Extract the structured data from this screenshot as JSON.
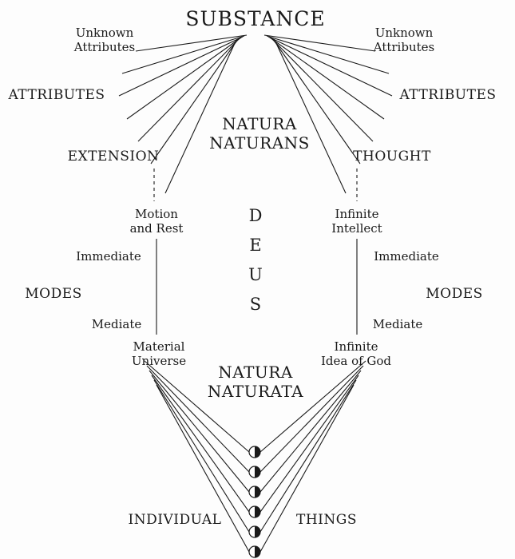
{
  "colors": {
    "line": "#1a1a1a",
    "background": "#fdfdfd",
    "text": "#1a1a1a"
  },
  "diagram": {
    "substance": "SUBSTANCE",
    "deus": "DEUS",
    "natura_naturans": {
      "line1": "NATURA",
      "line2": "NATURANS"
    },
    "natura_naturata": {
      "line1": "NATURA",
      "line2": "NATURATA"
    },
    "left": {
      "unknown_attributes": {
        "line1": "Unknown",
        "line2": "Attributes"
      },
      "attributes": "ATTRIBUTES",
      "extension": "EXTENSION",
      "motion_and_rest": {
        "line1": "Motion",
        "line2": "and Rest"
      },
      "immediate": "Immediate",
      "modes": "MODES",
      "mediate": "Mediate",
      "material_universe": {
        "line1": "Material",
        "line2": "Universe"
      }
    },
    "right": {
      "unknown_attributes": {
        "line1": "Unknown",
        "line2": "Attributes"
      },
      "attributes": "ATTRIBUTES",
      "thought": "THOUGHT",
      "infinite_intellect": {
        "line1": "Infinite",
        "line2": "Intellect"
      },
      "immediate": "Immediate",
      "modes": "MODES",
      "mediate": "Mediate",
      "infinite_idea_of_god": {
        "line1": "Infinite",
        "line2": "Idea of God"
      }
    },
    "individual_things": {
      "label_left": "INDIVIDUAL",
      "label_right": "THINGS",
      "count": 6,
      "icon": "circle-right-half-filled-icon"
    }
  }
}
